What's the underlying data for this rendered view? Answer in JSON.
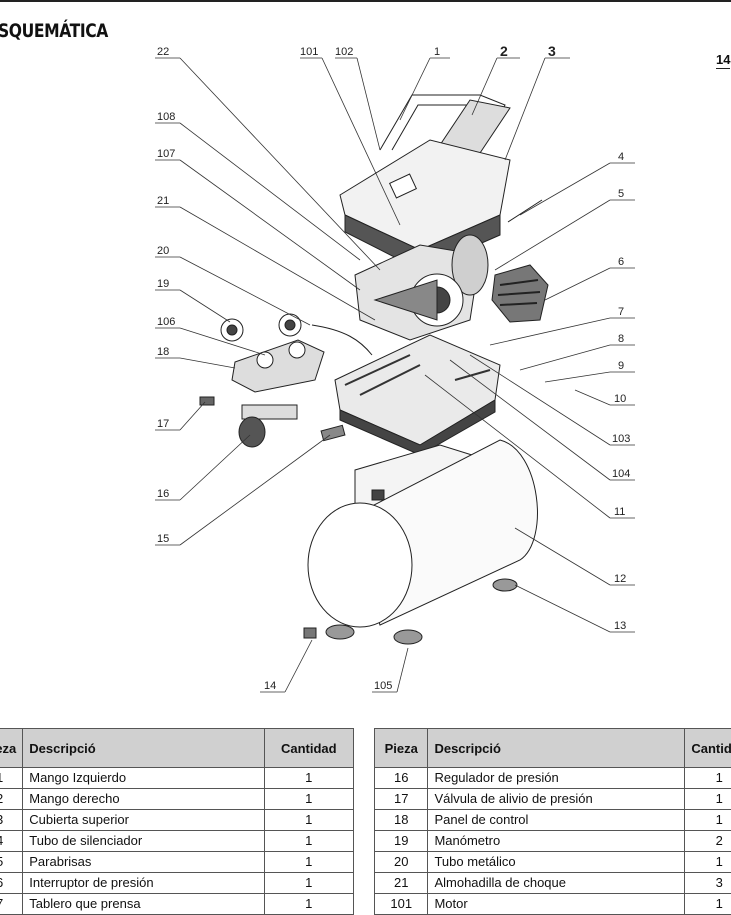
{
  "page": {
    "title": "SQUEMÁTICA",
    "page_number": "14"
  },
  "callouts": [
    {
      "id": "c22",
      "label": "22"
    },
    {
      "id": "c101",
      "label": "101"
    },
    {
      "id": "c102",
      "label": "102"
    },
    {
      "id": "c1",
      "label": "1"
    },
    {
      "id": "c2",
      "label": "2"
    },
    {
      "id": "c3",
      "label": "3"
    },
    {
      "id": "c108",
      "label": "108"
    },
    {
      "id": "c107",
      "label": "107"
    },
    {
      "id": "c21",
      "label": "21"
    },
    {
      "id": "c20",
      "label": "20"
    },
    {
      "id": "c19",
      "label": "19"
    },
    {
      "id": "c106",
      "label": "106"
    },
    {
      "id": "c18",
      "label": "18"
    },
    {
      "id": "c17",
      "label": "17"
    },
    {
      "id": "c16",
      "label": "16"
    },
    {
      "id": "c15",
      "label": "15"
    },
    {
      "id": "c4",
      "label": "4"
    },
    {
      "id": "c5",
      "label": "5"
    },
    {
      "id": "c6",
      "label": "6"
    },
    {
      "id": "c7",
      "label": "7"
    },
    {
      "id": "c8",
      "label": "8"
    },
    {
      "id": "c9",
      "label": "9"
    },
    {
      "id": "c10",
      "label": "10"
    },
    {
      "id": "c103",
      "label": "103"
    },
    {
      "id": "c104",
      "label": "104"
    },
    {
      "id": "c11",
      "label": "11"
    },
    {
      "id": "c12",
      "label": "12"
    },
    {
      "id": "c13",
      "label": "13"
    },
    {
      "id": "c14",
      "label": "14"
    },
    {
      "id": "c105",
      "label": "105"
    }
  ],
  "table_left": {
    "headers": {
      "piece": "Pieza",
      "description": "Descripció",
      "qty": "Cantidad"
    },
    "rows": [
      {
        "piece": "1",
        "description": "Mango Izquierdo",
        "qty": "1"
      },
      {
        "piece": "2",
        "description": "Mango derecho",
        "qty": "1"
      },
      {
        "piece": "3",
        "description": "Cubierta superior",
        "qty": "1"
      },
      {
        "piece": "4",
        "description": "Tubo de silenciador",
        "qty": "1"
      },
      {
        "piece": "5",
        "description": "Parabrisas",
        "qty": "1"
      },
      {
        "piece": "6",
        "description": "Interruptor de presión",
        "qty": "1"
      },
      {
        "piece": "7",
        "description": "Tablero que prensa",
        "qty": "1"
      }
    ]
  },
  "table_right": {
    "headers": {
      "piece": "Pieza",
      "description": "Descripció",
      "qty": "Cantidad"
    },
    "rows": [
      {
        "piece": "16",
        "description": "Regulador de presión",
        "qty": "1"
      },
      {
        "piece": "17",
        "description": "Válvula de alivio de presión",
        "qty": "1"
      },
      {
        "piece": "18",
        "description": "Panel de control",
        "qty": "1"
      },
      {
        "piece": "19",
        "description": "Manómetro",
        "qty": "2"
      },
      {
        "piece": "20",
        "description": "Tubo metálico",
        "qty": "1"
      },
      {
        "piece": "21",
        "description": "Almohadilla de choque",
        "qty": "3"
      },
      {
        "piece": "101",
        "description": "Motor",
        "qty": "1"
      }
    ]
  }
}
